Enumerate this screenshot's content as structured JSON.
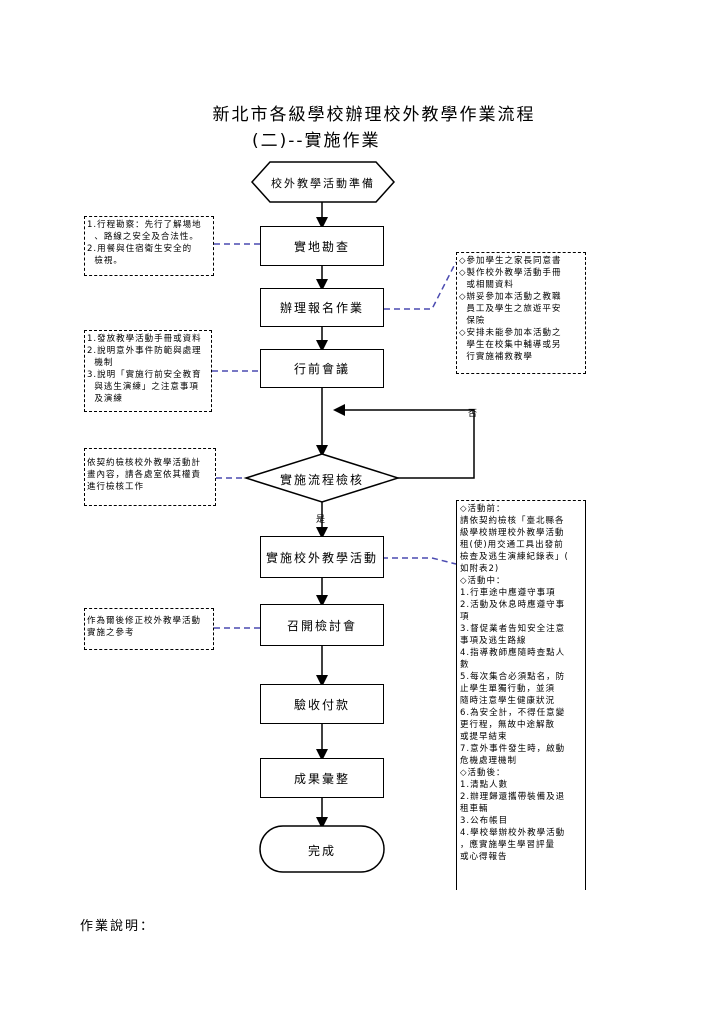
{
  "title": "新北市各級學校辦理校外教學作業流程",
  "subtitle": "(二)--實施作業",
  "steps": {
    "prepare": "校外教學活動準備",
    "survey": "實地勘查",
    "register": "辦理報名作業",
    "meeting": "行前會議",
    "check": "實施流程檢核",
    "implement": "實施校外教學活動",
    "review": "召開檢討會",
    "acceptance": "驗收付款",
    "results": "成果彙整",
    "done": "完成"
  },
  "branch_labels": {
    "no": "否",
    "yes": "是"
  },
  "notes": {
    "survey_lines": [
      "1.行程勘察：先行了解場地",
      "  、路線之安全及合法性。",
      "2.用餐與住宿衛生安全的",
      "  檢視。"
    ],
    "register_lines": [
      "◇參加學生之家長同意書",
      "◇製作校外教學活動手冊",
      "  或相關資料",
      "◇辦妥參加本活動之教職",
      "  員工及學生之旅遊平安",
      "  保險",
      "◇安排未能參加本活動之",
      "  學生在校集中輔導或另",
      "  行實施補救教學"
    ],
    "meeting_lines": [
      "1.發放教學活動手冊或資料",
      "2.說明意外事件防範與處理",
      "  機制",
      "3.說明「實施行前安全教育",
      "  與逃生演練」之注意事項",
      "  及演練"
    ],
    "check_lines": [
      "依契約檢核校外教學活動計",
      "畫內容，請各處室依其權責",
      "進行檢核工作"
    ],
    "review_lines": [
      "作為爾後修正校外教學活動",
      "實施之參考"
    ],
    "implement_lines": [
      "◇活動前：",
      "請依契約檢核「臺北縣各",
      "級學校辦理校外教學活動",
      "租(使)用交通工具出發前",
      "檢查及逃生演練紀錄表」(",
      "如附表2)",
      "◇活動中：",
      "1.行車途中應遵守事項",
      "2.活動及休息時應遵守事",
      "  項",
      "3.督促業者告知安全注意",
      "  事項及逃生路線",
      "4.指導教師應隨時查點人",
      "  數",
      "5.每次集合必須點名，防",
      "  止學生單獨行動，並須",
      "  隨時注意學生健康狀況",
      "6.為安全計，不得任意變",
      "  更行程，無故中途解散",
      "  或提早結束",
      "7.意外事件發生時，啟動",
      "  危機處理機制",
      "◇活動後：",
      "1.清點人數",
      "2.辦理歸還攜帶裝備及退",
      "  租車輛",
      "3.公布帳目",
      "4.學校舉辦校外教學活動",
      "  ，應實施學生學習評量",
      "  或心得報告"
    ]
  },
  "footer": "作業說明："
}
